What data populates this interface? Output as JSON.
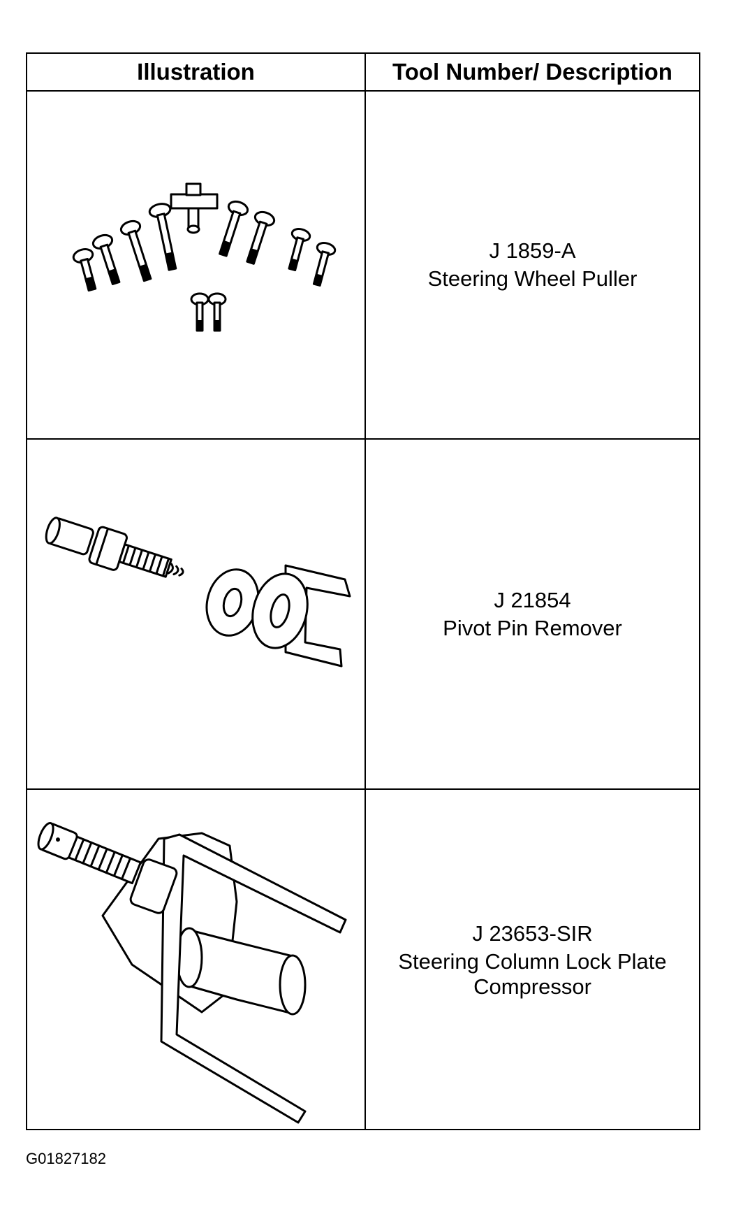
{
  "table": {
    "headers": {
      "illustration": "Illustration",
      "description": "Tool Number/ Description"
    },
    "rows": [
      {
        "tool_number": "J 1859-A",
        "description_lines": [
          "Steering Wheel Puller"
        ],
        "illustration_icon": "steering-wheel-puller-icon"
      },
      {
        "tool_number": "J 21854",
        "description_lines": [
          "Pivot Pin Remover"
        ],
        "illustration_icon": "pivot-pin-remover-icon"
      },
      {
        "tool_number": "J 23653-SIR",
        "description_lines": [
          "Steering Column Lock Plate",
          "Compressor"
        ],
        "illustration_icon": "lock-plate-compressor-icon"
      }
    ]
  },
  "figure_id": "G01827182"
}
